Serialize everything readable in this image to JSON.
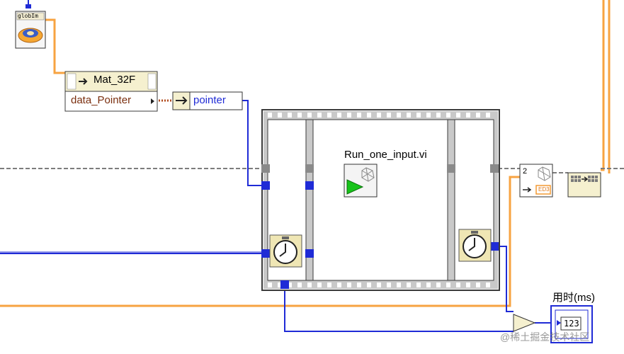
{
  "diagram": {
    "class_node": {
      "label": "Mat_32F"
    },
    "property_node": {
      "property": "data_Pointer"
    },
    "local_node": {
      "label": "pointer"
    },
    "subvi": {
      "label": "Run_one_input.vi"
    },
    "global_vi": {
      "label": "globIm"
    },
    "invoke_node": {
      "index": "2",
      "tag": "ED3"
    },
    "indicator": {
      "label": "用时(ms)",
      "value": "123"
    },
    "watermark": {
      "text": "@稀土掘金技术社区"
    }
  },
  "colors": {
    "orange_wire": "#f7a341",
    "blue_wire": "#1f2bd6",
    "error_wire": "#8a8a8a",
    "frame_gray": "#c9c9c9"
  }
}
